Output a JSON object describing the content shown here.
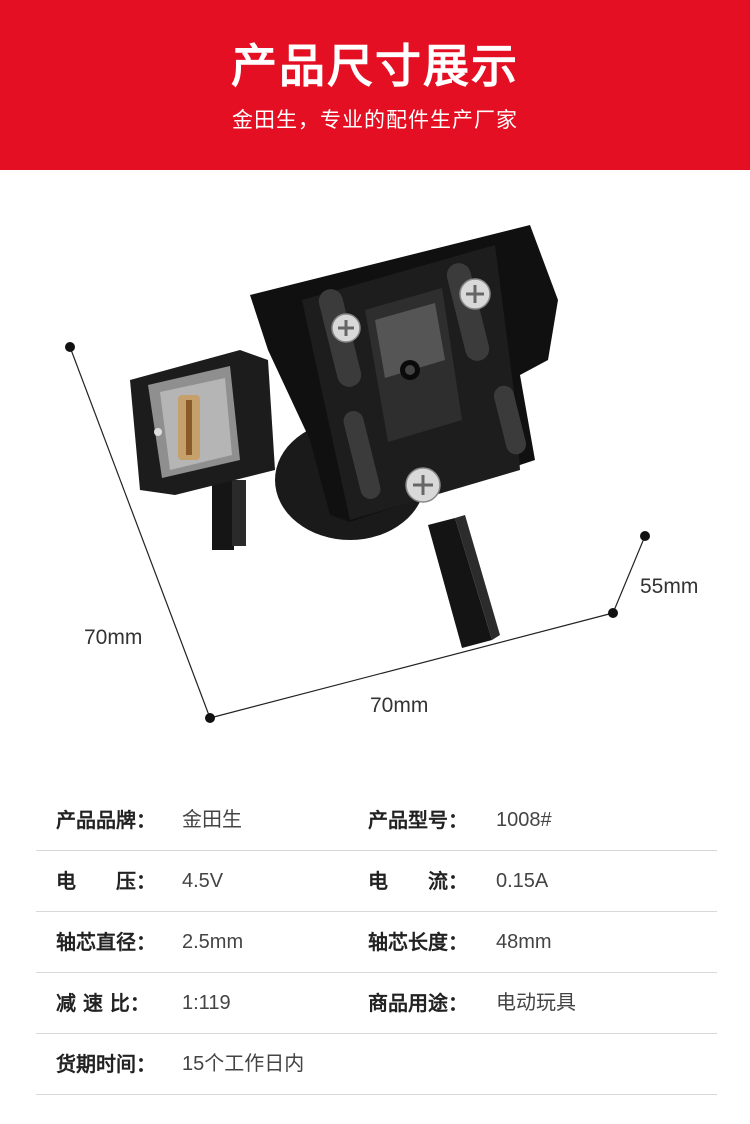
{
  "header": {
    "title": "产品尺寸展示",
    "subtitle": "金田生，专业的配件生产厂家"
  },
  "dimensions": {
    "height": "70mm",
    "width": "70mm",
    "depth": "55mm"
  },
  "specs": [
    [
      {
        "label": "产品品牌：",
        "value": "金田生"
      },
      {
        "label": "产品型号：",
        "value": "1008#"
      }
    ],
    [
      {
        "label": "电　　压：",
        "value": "4.5V"
      },
      {
        "label": "电　　流：",
        "value": "0.15A"
      }
    ],
    [
      {
        "label": "轴芯直径：",
        "value": "2.5mm"
      },
      {
        "label": "轴芯长度：",
        "value": "48mm"
      }
    ],
    [
      {
        "label": "减 速 比：",
        "value": "1:119"
      },
      {
        "label": "商品用途：",
        "value": "电动玩具"
      }
    ],
    [
      {
        "label": "货期时间：",
        "value": "15个工作日内"
      }
    ]
  ]
}
